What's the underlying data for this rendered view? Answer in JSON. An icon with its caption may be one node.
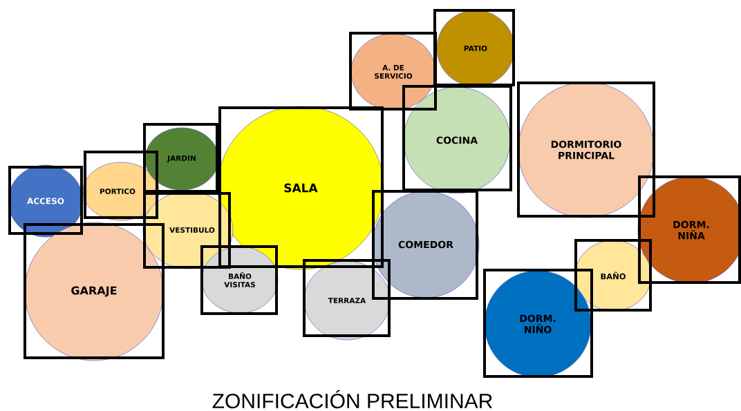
{
  "diagram": {
    "title": "ZONIFICACIÓN PRELIMINAR",
    "nodes": [
      {
        "text": [
          "ACCESO"
        ]
      },
      {
        "text": [
          "PORTICO"
        ]
      },
      {
        "text": [
          "JARDIN"
        ]
      },
      {
        "text": [
          "SALA"
        ]
      },
      {
        "text": [
          "VESTIBULO"
        ]
      },
      {
        "text": [
          "GARAJE"
        ]
      },
      {
        "text": [
          "BAÑO VISITAS"
        ]
      },
      {
        "text": [
          "A. DE SERVICIO"
        ]
      },
      {
        "text": [
          "PATIO"
        ]
      },
      {
        "text": [
          "COCINA"
        ]
      },
      {
        "text": [
          "COMEDOR"
        ]
      },
      {
        "text": [
          "TERRAZA"
        ]
      },
      {
        "text": [
          "DORMITORIO PRINCIPAL"
        ]
      },
      {
        "text": [
          "DORM. NIÑA"
        ]
      },
      {
        "text": [
          "BAÑO"
        ]
      },
      {
        "text": [
          "DORM. NIÑO"
        ]
      }
    ]
  }
}
